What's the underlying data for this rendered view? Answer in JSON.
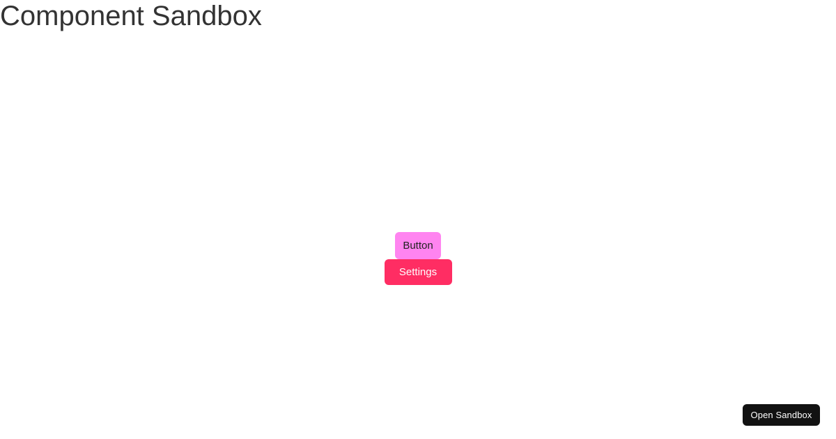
{
  "page": {
    "title": "Component Sandbox",
    "background_color": "#ffffff",
    "title_color": "#333333"
  },
  "components": {
    "heading": "Component Sandbox",
    "items": [
      {
        "name": "plain-button",
        "label": "Button",
        "background_color": "#ff84f0",
        "text_color": "#222222"
      },
      {
        "name": "settings-button",
        "label": "Settings",
        "background_color": "#ff2d63",
        "text_color": "#ffffff"
      }
    ]
  },
  "launcher": {
    "label": "Open Sandbox",
    "background_color": "#121212",
    "text_color": "#ffffff"
  }
}
